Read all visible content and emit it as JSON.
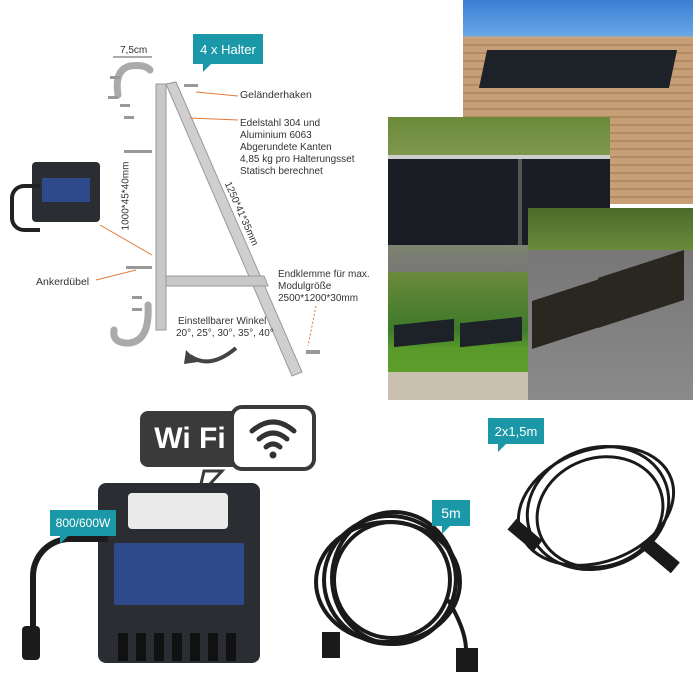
{
  "tags": {
    "halter": "4 x Halter",
    "power": "800/600W",
    "cable_5m": "5m",
    "cable_2x": "2x1,5m"
  },
  "labels": {
    "width_dim": "7,5cm",
    "gelaenderhaken": "Geländerhaken",
    "material_1": "Edelstahl 304 und",
    "material_2": "Aluminium 6063",
    "material_3": "Abgerundete Kanten",
    "material_4": "4,85 kg pro Halterungsset",
    "material_5": "Statisch berechnet",
    "dim_vertical": "1000*45*40mm",
    "dim_diagonal": "1250*41*35mm",
    "ankerduebel": "Ankerdübel",
    "endklemme_1": "Endklemme für max.",
    "endklemme_2": "Modulgröße",
    "endklemme_3": "2500*1200*30mm",
    "winkel_1": "Einstellbarer Winkel",
    "winkel_2": "20°, 25°, 30°, 35°, 40°"
  },
  "wifi": {
    "text": "Wi Fi"
  },
  "colors": {
    "accent": "#1a98a8",
    "panel": "#1d2128",
    "device": "#2a2d31"
  }
}
